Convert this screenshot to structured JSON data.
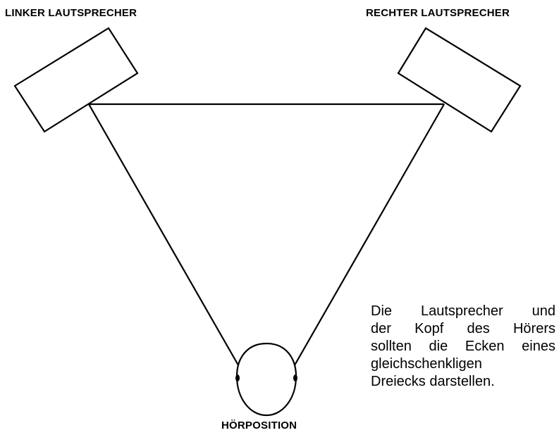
{
  "labels": {
    "left_speaker": "LINKER LAUTSPRECHER",
    "right_speaker": "RECHTER LAUTSPRECHER",
    "listening_position": "HÖRPOSITION"
  },
  "note": {
    "lines": [
      "Die Lautsprecher und",
      "der Kopf des Hörers",
      "sollten die Ecken eines",
      "gleichschenkligen",
      "Dreiecks darstellen."
    ]
  },
  "colors": {
    "stroke": "#000000",
    "background": "#ffffff"
  }
}
